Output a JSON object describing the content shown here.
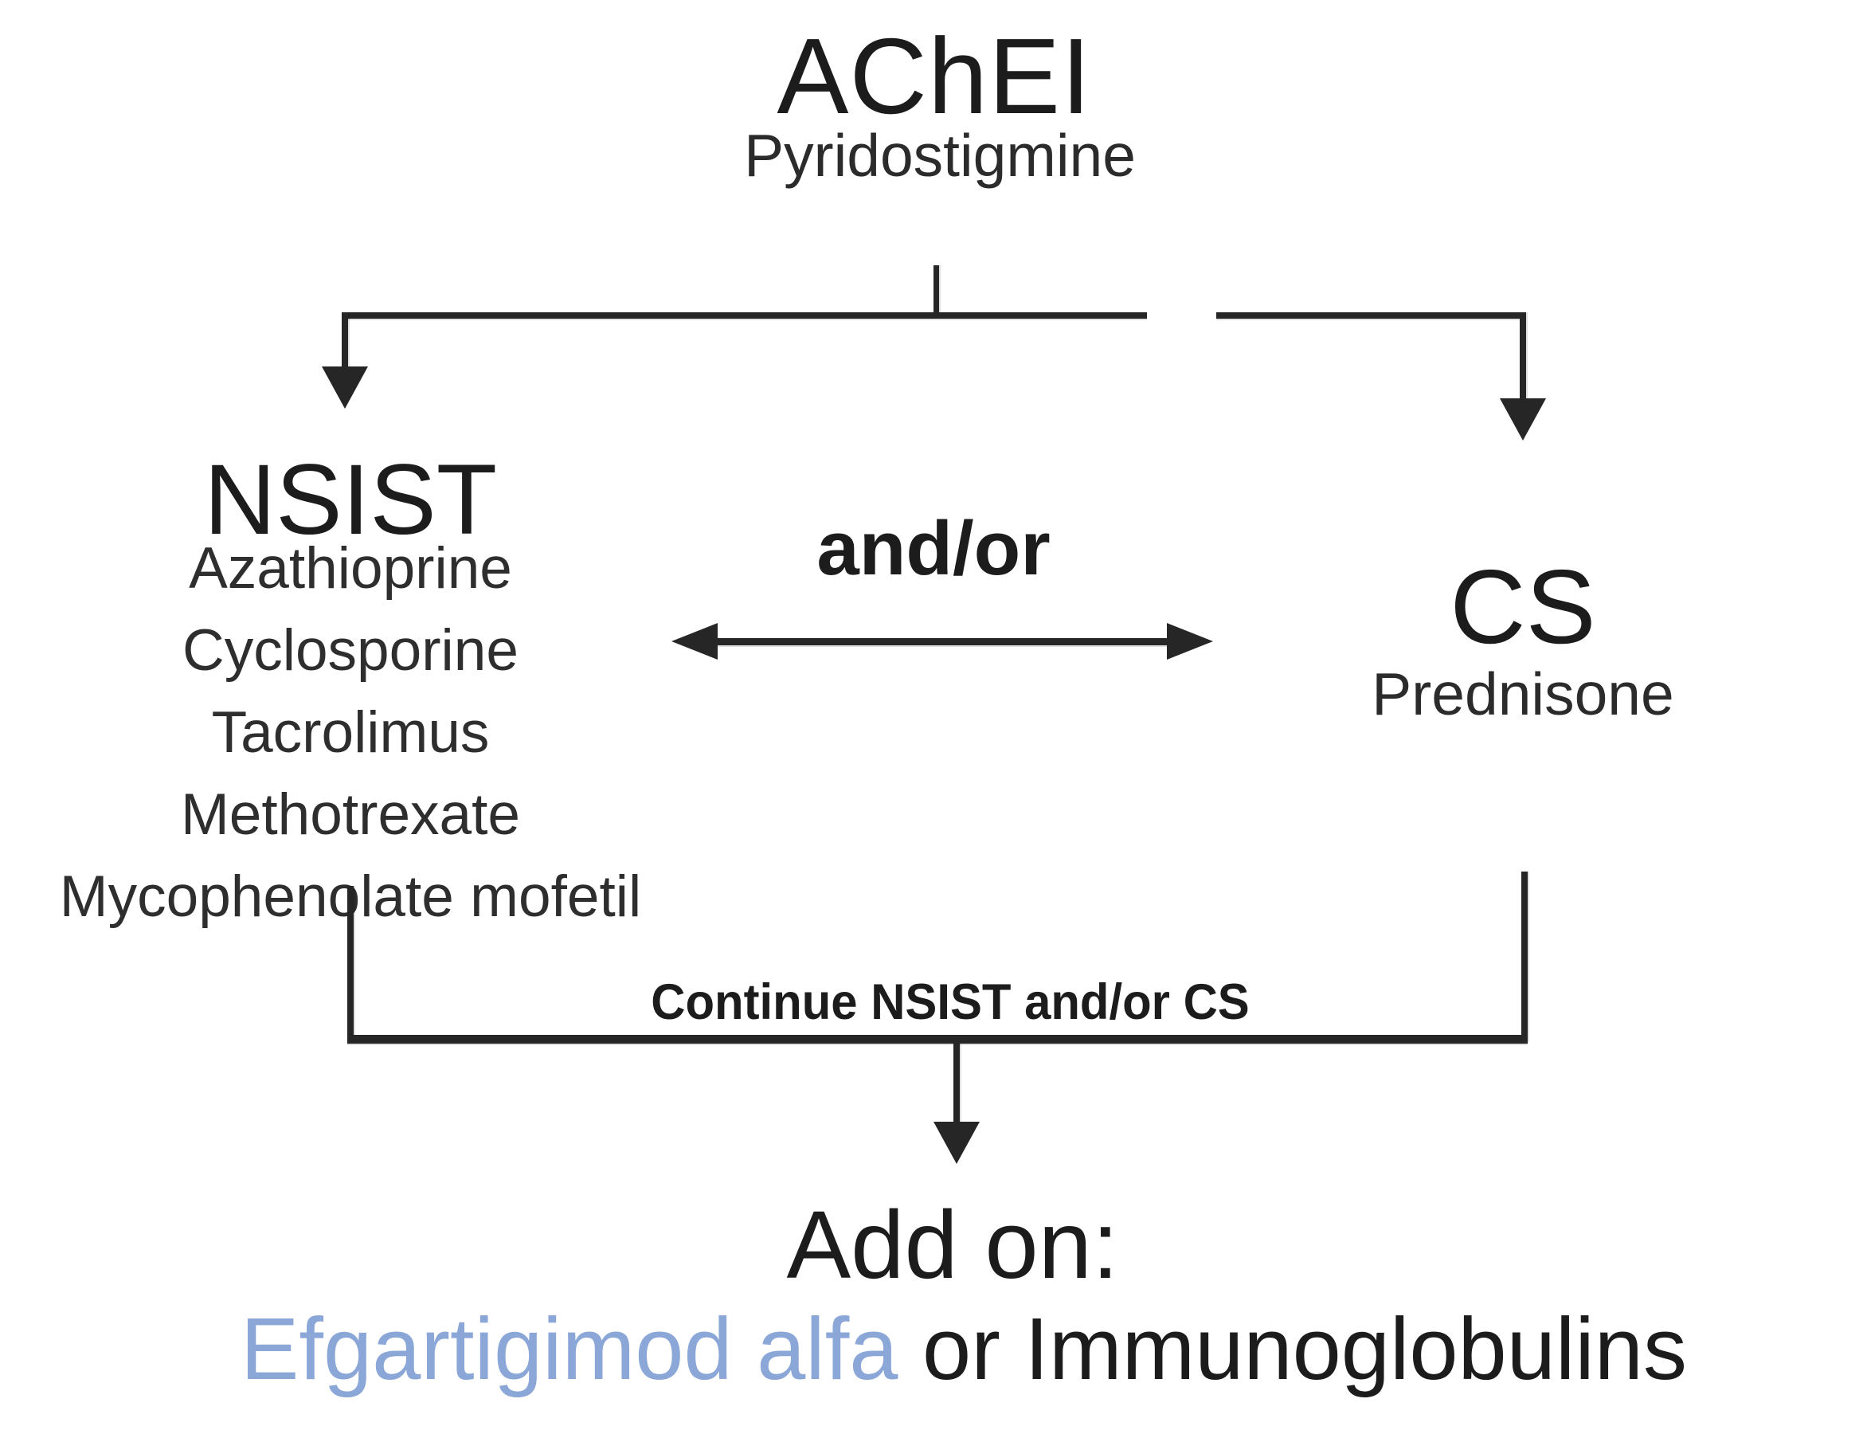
{
  "diagram": {
    "top_node": {
      "title": "AChEI",
      "drug": "Pyridostigmine"
    },
    "left_node": {
      "title": "NSIST",
      "drugs": [
        "Azathioprine",
        "Cyclosporine",
        "Tacrolimus",
        "Methotrexate",
        "Mycophenolate mofetil"
      ]
    },
    "right_node": {
      "title": "CS",
      "drug": "Prednisone"
    },
    "relation_label": "and/or",
    "continue_label": "Continue NSIST and/or CS",
    "addon": {
      "title": "Add on:",
      "option_highlight": "Efgartigimod alfa",
      "option_rest": " or Immunoglobulins"
    }
  },
  "colors": {
    "line": "#262626",
    "text": "#1c1c1c",
    "blue": "#8ba7d7",
    "bg": "#ffffff"
  }
}
